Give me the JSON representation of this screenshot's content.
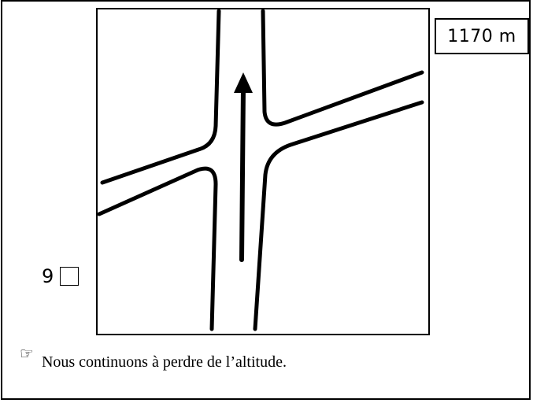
{
  "altitude": {
    "value": "1170 m"
  },
  "question": {
    "number": "9"
  },
  "note": {
    "icon": "pointing-hand-icon",
    "glyph": "☞",
    "text": "Nous continuons à perdre de l’altitude."
  }
}
